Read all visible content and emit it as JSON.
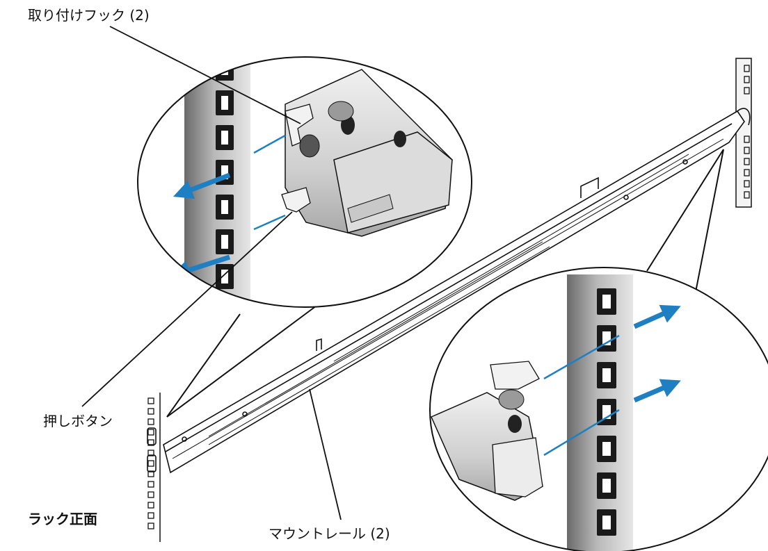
{
  "labels": {
    "mounting_hooks": "取り付けフック (2)",
    "push_button": "押しボタン",
    "mounting_rail": "マウントレール (2)",
    "rack_front": "ラック正面"
  },
  "colors": {
    "arrow": "#1f7fc3",
    "line": "#111111",
    "post_dark": "#5a5a5a",
    "post_light": "#c9c9c9",
    "metal": "#d6d6d6"
  }
}
